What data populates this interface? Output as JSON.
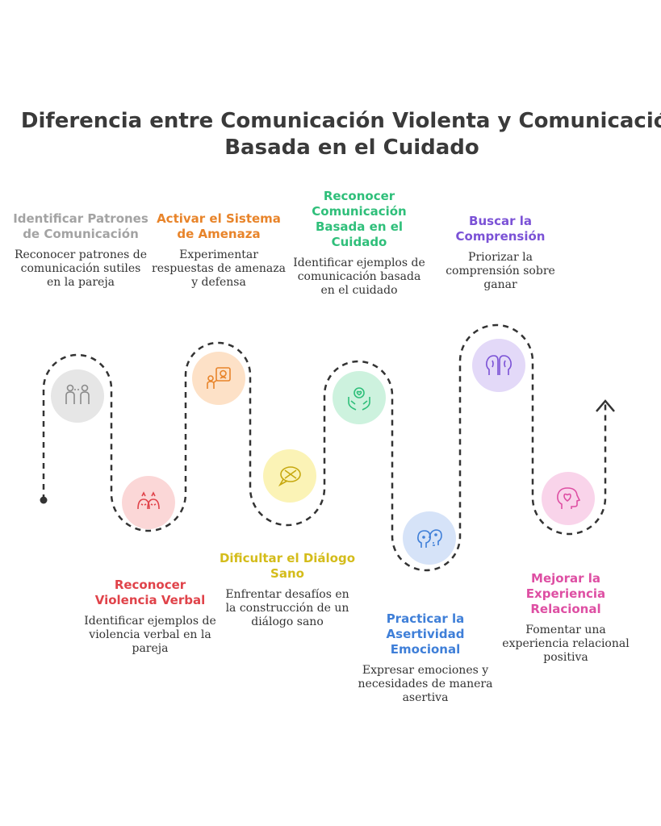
{
  "title": {
    "line1": "Diferencia entre Comunicación Violenta y Comunicación",
    "line2": "Basada en el Cuidado"
  },
  "steps": [
    {
      "heading": "Identificar Patrones de Comunicación",
      "desc": "Reconocer patrones de comunicación sutiles en la pareja",
      "color": "#a3a3a3",
      "bg": "#e6e6e6",
      "icon": "couple-icon"
    },
    {
      "heading": "Reconocer Violencia Verbal",
      "desc": "Identificar ejemplos de violencia verbal en la pareja",
      "color": "#e0434a",
      "bg": "#fbd7d7",
      "icon": "angry-faces-icon"
    },
    {
      "heading": "Activar el Sistema de Amenaza",
      "desc": "Experimentar respuestas de amenaza y defensa",
      "color": "#e8842a",
      "bg": "#fde1c7",
      "icon": "alarm-person-icon"
    },
    {
      "heading": "Dificultar el Diálogo Sano",
      "desc": "Enfrentar desafíos en la construcción de un diálogo sano",
      "color": "#d4bc1a",
      "bg": "#fbf3b6",
      "icon": "blocked-chat-icon"
    },
    {
      "heading": "Reconocer Comunicación Basada en el Cuidado",
      "desc": "Identificar ejemplos de comunicación basada en el cuidado",
      "color": "#2fbf7a",
      "bg": "#cdf2de",
      "icon": "caring-hands-icon"
    },
    {
      "heading": "Practicar la Asertividad Emocional",
      "desc": "Expresar emociones y necesidades de manera asertiva",
      "color": "#3f7fd8",
      "bg": "#d6e3f8",
      "icon": "talking-heads-icon"
    },
    {
      "heading": "Buscar la Comprensión",
      "desc": "Priorizar la comprensión sobre ganar",
      "color": "#7b52d6",
      "bg": "#e3d9f8",
      "icon": "understanding-heads-icon"
    },
    {
      "heading": "Mejorar la Experiencia Relacional",
      "desc": "Fomentar una experiencia relacional positiva",
      "color": "#de4fa3",
      "bg": "#f9d4ea",
      "icon": "heart-head-icon"
    }
  ]
}
